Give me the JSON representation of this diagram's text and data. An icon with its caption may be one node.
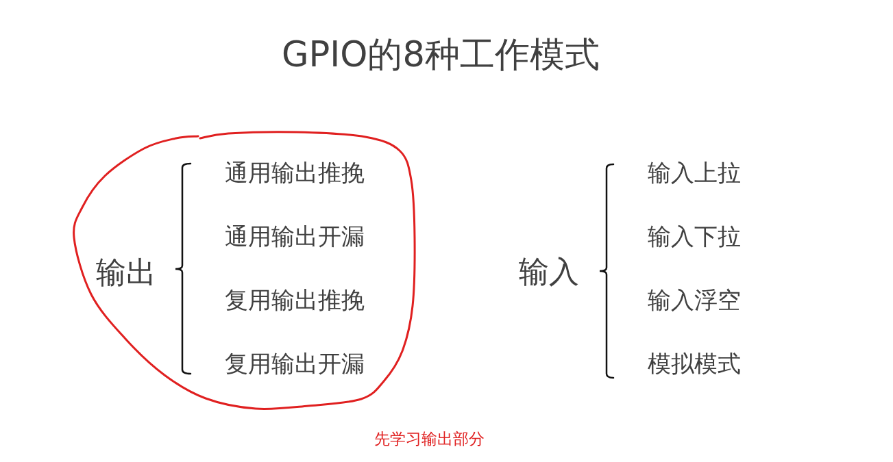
{
  "diagram": {
    "title": "GPIO的8种工作模式",
    "nodes": [
      {
        "text": [
          "输出",
          "通用输出推挽",
          "通用输出开漏",
          "复用输出推挽",
          "复用输出开漏"
        ]
      }
    ],
    "labels": [
      "输入",
      "输入上拉",
      "输入下拉",
      "输入浮空",
      "模拟模式",
      "先学习输出部分"
    ]
  }
}
